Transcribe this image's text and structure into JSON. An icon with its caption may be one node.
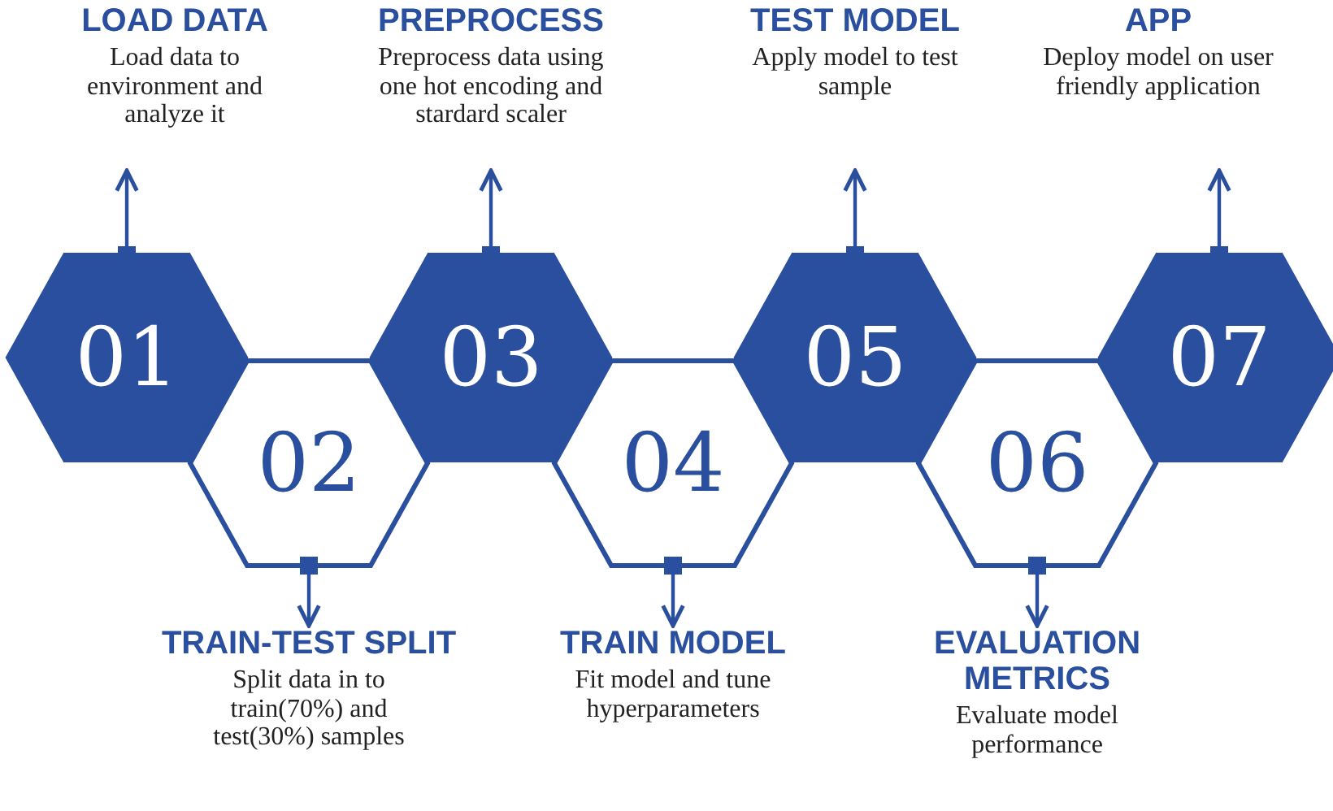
{
  "diagram": {
    "nodes": [
      {
        "text": [
          "01"
        ]
      },
      {
        "text": [
          "02"
        ]
      },
      {
        "text": [
          "03"
        ]
      },
      {
        "text": [
          "04"
        ]
      },
      {
        "text": [
          "05"
        ]
      },
      {
        "text": [
          "06"
        ]
      },
      {
        "text": [
          "07"
        ]
      },
      {
        "text": [
          "LOAD DATA",
          "Load data to environment and analyze it"
        ]
      },
      {
        "text": [
          "TRAIN-TEST SPLIT",
          "Split data in to train(70%) and test(30%) samples"
        ]
      },
      {
        "text": [
          "PREPROCESS",
          "Preprocess data using one hot encoding and stardard scaler"
        ]
      },
      {
        "text": [
          "TRAIN MODEL",
          "Fit model and tune hyperparameters"
        ]
      },
      {
        "text": [
          "TEST MODEL",
          "Apply model to test sample"
        ]
      },
      {
        "text": [
          "EVALUATION METRICS",
          "Evaluate model performance"
        ]
      },
      {
        "text": [
          "APP",
          "Deploy model on user friendly application"
        ]
      }
    ],
    "edges": [
      {
        "from": 0,
        "to": 7,
        "arrow": "to"
      },
      {
        "from": 1,
        "to": 8,
        "arrow": "to"
      },
      {
        "from": 2,
        "to": 9,
        "arrow": "to"
      },
      {
        "from": 3,
        "to": 10,
        "arrow": "to"
      },
      {
        "from": 4,
        "to": 11,
        "arrow": "to"
      },
      {
        "from": 5,
        "to": 12,
        "arrow": "to"
      },
      {
        "from": 6,
        "to": 13,
        "arrow": "to"
      }
    ]
  }
}
